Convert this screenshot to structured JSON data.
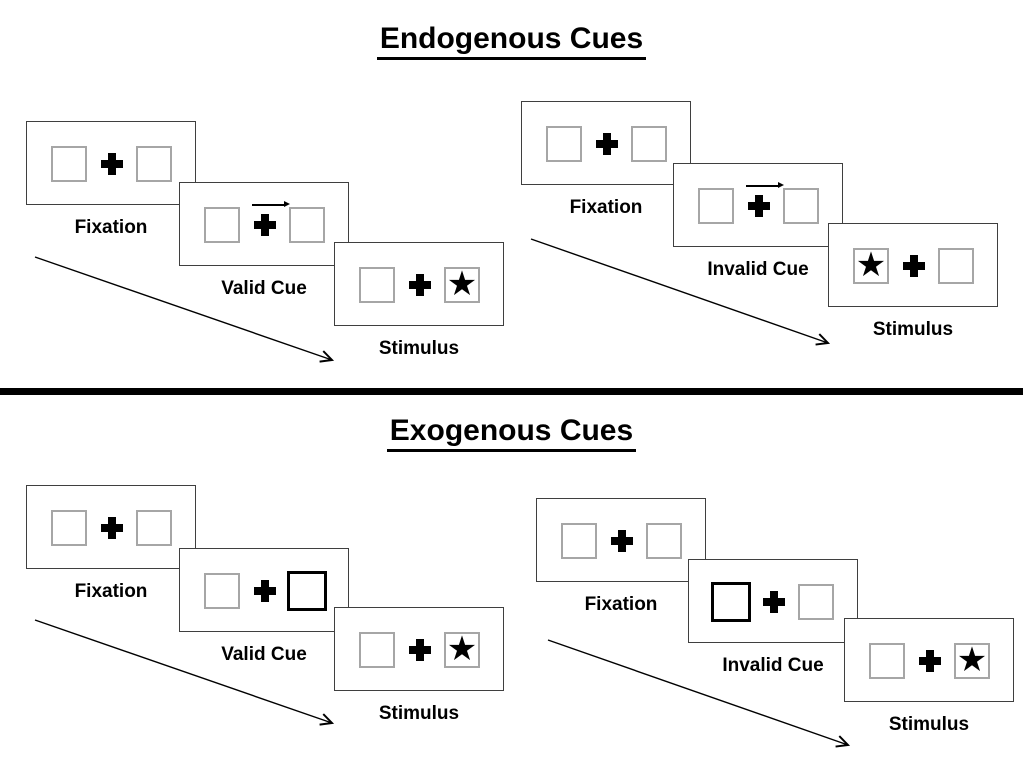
{
  "sections": [
    {
      "title": "Endogenous Cues",
      "sequences": [
        {
          "type": "valid",
          "frames": [
            {
              "label": "Fixation",
              "cue": "none",
              "stimulus": "none"
            },
            {
              "label": "Valid Cue",
              "cue": "arrow-right",
              "stimulus": "none"
            },
            {
              "label": "Stimulus",
              "cue": "none",
              "stimulus": "star-right"
            }
          ]
        },
        {
          "type": "invalid",
          "frames": [
            {
              "label": "Fixation",
              "cue": "none",
              "stimulus": "none"
            },
            {
              "label": "Invalid Cue",
              "cue": "arrow-right",
              "stimulus": "none"
            },
            {
              "label": "Stimulus",
              "cue": "none",
              "stimulus": "star-left"
            }
          ]
        }
      ]
    },
    {
      "title": "Exogenous Cues",
      "sequences": [
        {
          "type": "valid",
          "frames": [
            {
              "label": "Fixation",
              "cue": "none",
              "stimulus": "none"
            },
            {
              "label": "Valid Cue",
              "cue": "bold-square-right",
              "stimulus": "none"
            },
            {
              "label": "Stimulus",
              "cue": "none",
              "stimulus": "star-right"
            }
          ]
        },
        {
          "type": "invalid",
          "frames": [
            {
              "label": "Fixation",
              "cue": "none",
              "stimulus": "none"
            },
            {
              "label": "Invalid Cue",
              "cue": "bold-square-left",
              "stimulus": "none"
            },
            {
              "label": "Stimulus",
              "cue": "none",
              "stimulus": "star-right"
            }
          ]
        }
      ]
    }
  ],
  "glyphs": {
    "star": "★"
  },
  "colors": {
    "ink": "#000000",
    "panel_border": "#3f3f3f",
    "placeholder_border": "#a6a6a6",
    "background": "#ffffff"
  }
}
